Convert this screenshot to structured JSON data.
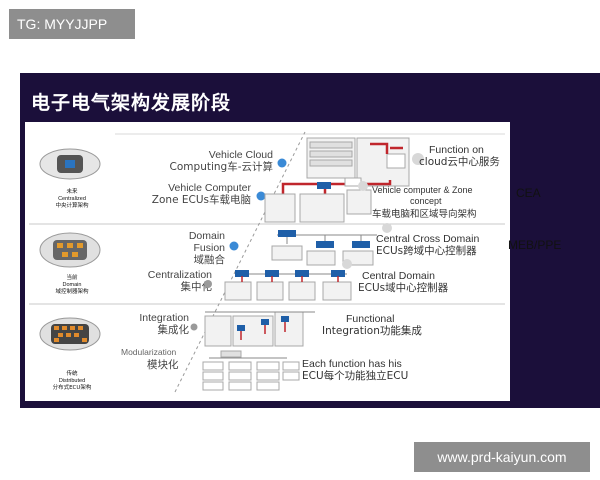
{
  "header_tag": "TG: MYYJJPP",
  "slide_title": "电子电气架构发展阶段",
  "car_labels": {
    "top": [
      "未来",
      "Centralized",
      "中央计算架构"
    ],
    "middle": [
      "当前",
      "Domain",
      "域控制器架构"
    ],
    "bottom": [
      "传统",
      "Distributed",
      "分布式ECU架构"
    ]
  },
  "stages_left": {
    "vehicle_cloud": [
      "Vehicle Cloud",
      "Computing车-云计算"
    ],
    "vehicle_computer": [
      "Vehicle Computer",
      "Zone ECUs车载电脑"
    ],
    "domain_fusion": [
      "Domain",
      "Fusion",
      "域融合"
    ],
    "centralization": [
      "Centralization",
      "集中化"
    ],
    "integration": [
      "Integration",
      "集成化"
    ],
    "modularization": [
      "Modularization",
      "模块化"
    ]
  },
  "stages_right": {
    "function_cloud": [
      "Function on",
      "cloud云中心服务"
    ],
    "zone_concept": [
      "Vehicle computer & Zone",
      "concept",
      "车载电脑和区域导向架构"
    ],
    "cross_domain": [
      "Central Cross Domain",
      "ECUs跨域中心控制器"
    ],
    "central_domain": [
      "Central Domain",
      "ECUs域中心控制器"
    ],
    "functional_integration": [
      "Functional",
      "Integration功能集成"
    ],
    "each_function": [
      "Each function has his",
      "ECU每个功能独立ECU"
    ]
  },
  "side_labels": {
    "cea": "CEA",
    "meb": "MEB/PPE"
  },
  "watermark": "www.prd-kaiyun.com",
  "colors": {
    "banner": "#1b0f3a",
    "accent_red": "#c0262c",
    "accent_blue": "#1f5fa8",
    "dot_blue": "#3a8ad6"
  }
}
